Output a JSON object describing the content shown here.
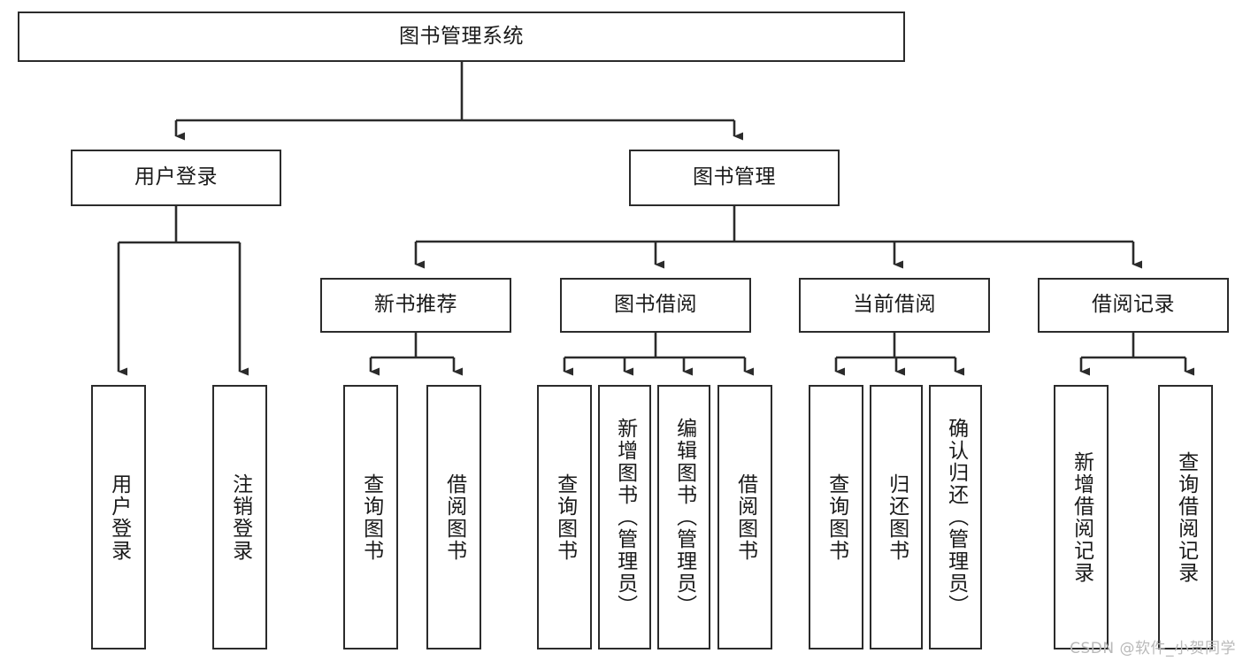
{
  "diagram": {
    "type": "tree-hierarchy",
    "title": "图书管理系统",
    "levels": 4,
    "colors": {
      "box_border": "#2b2b2b",
      "box_fill": "#ffffff",
      "line": "#2b2b2b",
      "text": "#1a1a1a",
      "watermark": "#b9b9b9",
      "background": "#ffffff"
    },
    "root": {
      "label": "图书管理系统"
    },
    "level2": [
      {
        "label": "用户登录"
      },
      {
        "label": "图书管理"
      }
    ],
    "level3": [
      {
        "label": "新书推荐"
      },
      {
        "label": "图书借阅"
      },
      {
        "label": "当前借阅"
      },
      {
        "label": "借阅记录"
      }
    ],
    "leaves": {
      "user_login": [
        {
          "label": "用户登录"
        },
        {
          "label": "注销登录"
        }
      ],
      "new_book_recommend": [
        {
          "label": "查询图书"
        },
        {
          "label": "借阅图书"
        }
      ],
      "book_borrow": [
        {
          "label": "查询图书"
        },
        {
          "label": "新增图书（管理员）"
        },
        {
          "label": "编辑图书（管理员）"
        },
        {
          "label": "借阅图书"
        }
      ],
      "current_borrow": [
        {
          "label": "查询图书"
        },
        {
          "label": "归还图书"
        },
        {
          "label": "确认归还（管理员）"
        }
      ],
      "borrow_record": [
        {
          "label": "新增借阅记录"
        },
        {
          "label": "查询借阅记录"
        }
      ]
    }
  },
  "watermark": {
    "text": "CSDN @软件_小贺同学"
  }
}
